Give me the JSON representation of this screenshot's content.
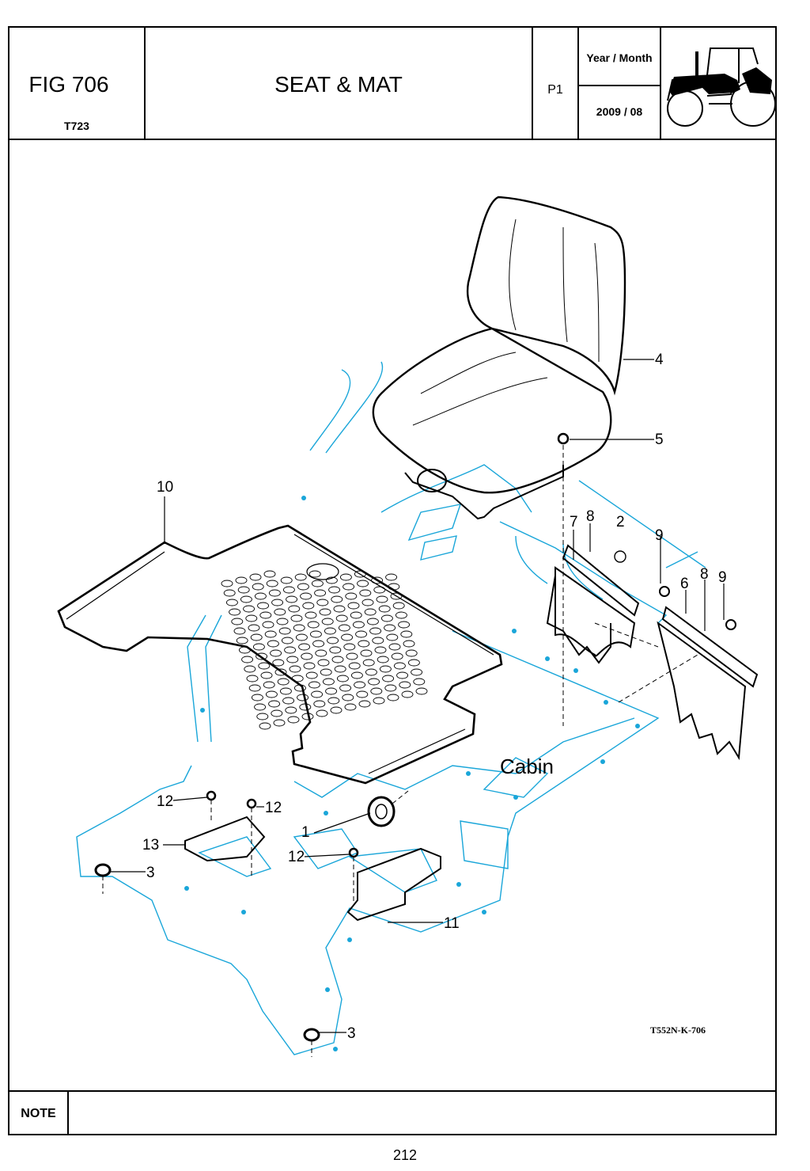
{
  "header": {
    "figure": "FIG 706",
    "model": "T723",
    "title": "SEAT & MAT",
    "page_code": "P1",
    "year_month_label": "Year / Month",
    "year_month_value": "2009 / 08",
    "image_icon": "tractor-icon"
  },
  "diagram": {
    "callouts": [
      "1",
      "2",
      "3",
      "3",
      "4",
      "5",
      "6",
      "7",
      "8",
      "8",
      "9",
      "9",
      "10",
      "11",
      "12",
      "12",
      "12",
      "13"
    ],
    "area_label": "Cabin",
    "reference": "T552N-K-706"
  },
  "note": {
    "label": "NOTE"
  },
  "footer": {
    "page_number": "212"
  },
  "colors": {
    "frame_line": "#1aa6d9",
    "part_line": "#000000"
  }
}
